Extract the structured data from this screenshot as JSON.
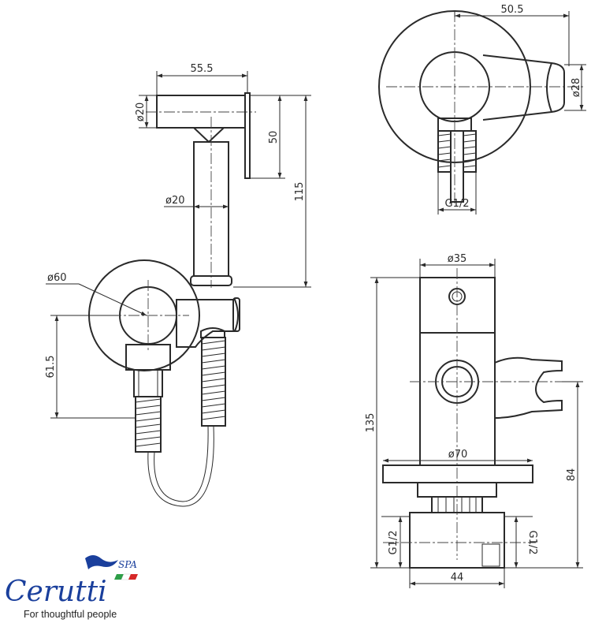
{
  "dimensions": {
    "side_width": "55.5",
    "side_head_dia": "ø20",
    "side_head_height": "50",
    "side_total_height": "115",
    "side_pipe_dia": "ø20",
    "side_plate_dia": "ø60",
    "side_offset": "61.5",
    "top_width": "50.5",
    "top_dia": "ø28",
    "top_thread": "G1/2",
    "front_dia_top": "ø35",
    "front_height": "135",
    "front_plate_dia": "ø70",
    "front_holder_height": "84",
    "front_thread_left": "G1/2",
    "front_thread_right": "G1/2",
    "front_base_width": "44"
  },
  "brand": {
    "name": "Cerutti",
    "suffix": "SPA",
    "tagline": "For thoughtful people",
    "colors": {
      "blue": "#1a3f9c",
      "green": "#2e9e48",
      "red": "#d62828"
    }
  }
}
